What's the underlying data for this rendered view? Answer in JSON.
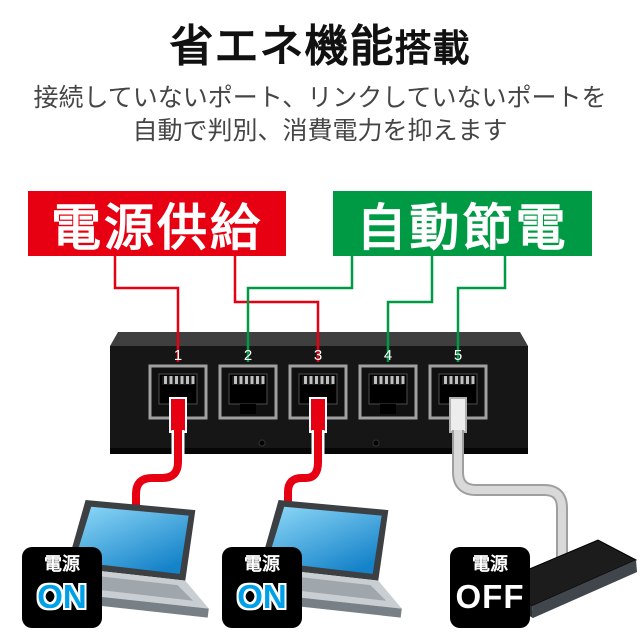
{
  "colors": {
    "red": "#e60012",
    "green": "#009944",
    "blue_on": "#00a0e9",
    "cable_gray": "#d9d9d9",
    "screen_top": "#8fd9f8",
    "screen_bottom": "#1583c9"
  },
  "header": {
    "title_main": "省エネ機能",
    "title_suffix": "搭載",
    "subtitle_line1": "接続していないポート、リンクしていないポートを",
    "subtitle_line2": "自動で判別、消費電力を抑えます"
  },
  "tags": {
    "power_supply": "電源供給",
    "auto_saving": "自動節電"
  },
  "switch": {
    "ports": [
      "1",
      "2",
      "3",
      "4",
      "5"
    ]
  },
  "devices": [
    {
      "label": "電源",
      "state": "ON"
    },
    {
      "label": "電源",
      "state": "ON"
    },
    {
      "label": "電源",
      "state": "OFF"
    }
  ]
}
